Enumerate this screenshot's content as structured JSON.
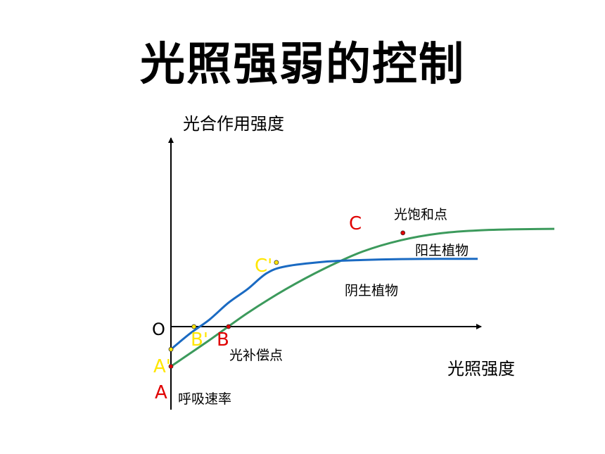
{
  "page": {
    "title": "光照强弱的控制"
  },
  "chart_data": {
    "type": "line",
    "ylabel": "光合作用强度",
    "xlabel": "光照强度",
    "origin_label": "O",
    "xlim": [
      0,
      10
    ],
    "ylim": [
      -2,
      6
    ],
    "series": [
      {
        "name": "阳生植物",
        "color": "#3c9a5c",
        "x": [
          0,
          1,
          2,
          3,
          4,
          5,
          6,
          7,
          8,
          9,
          10
        ],
        "y": [
          -1.75,
          -0.6,
          0.6,
          1.65,
          2.55,
          3.3,
          3.8,
          4.1,
          4.23,
          4.28,
          4.3
        ]
      },
      {
        "name": "阴生植物",
        "color": "#1a6ac2",
        "x": [
          0,
          0.5,
          1,
          1.5,
          2,
          2.5,
          3,
          4,
          5,
          6,
          7,
          8
        ],
        "y": [
          -1.0,
          -0.3,
          0.3,
          1.05,
          1.65,
          2.35,
          2.65,
          2.85,
          2.93,
          2.97,
          2.98,
          2.98
        ]
      }
    ],
    "points": [
      {
        "label": "A",
        "x": 0,
        "y": -1.75,
        "color": "#e00000"
      },
      {
        "label": "A'",
        "x": 0,
        "y": -1.0,
        "color": "#ffe600"
      },
      {
        "label": "B",
        "x": 1.5,
        "y": 0,
        "color": "#e00000"
      },
      {
        "label": "B'",
        "x": 0.6,
        "y": 0,
        "color": "#ffe600"
      },
      {
        "label": "C",
        "x": 6.05,
        "y": 4.12,
        "color": "#e00000"
      },
      {
        "label": "C'",
        "x": 2.75,
        "y": 2.82,
        "color": "#ffe600"
      }
    ],
    "annotations": [
      {
        "text": "光饱和点"
      },
      {
        "text": "阳生植物"
      },
      {
        "text": "阴生植物"
      },
      {
        "text": "光补偿点"
      },
      {
        "text": "呼吸速率"
      }
    ]
  }
}
